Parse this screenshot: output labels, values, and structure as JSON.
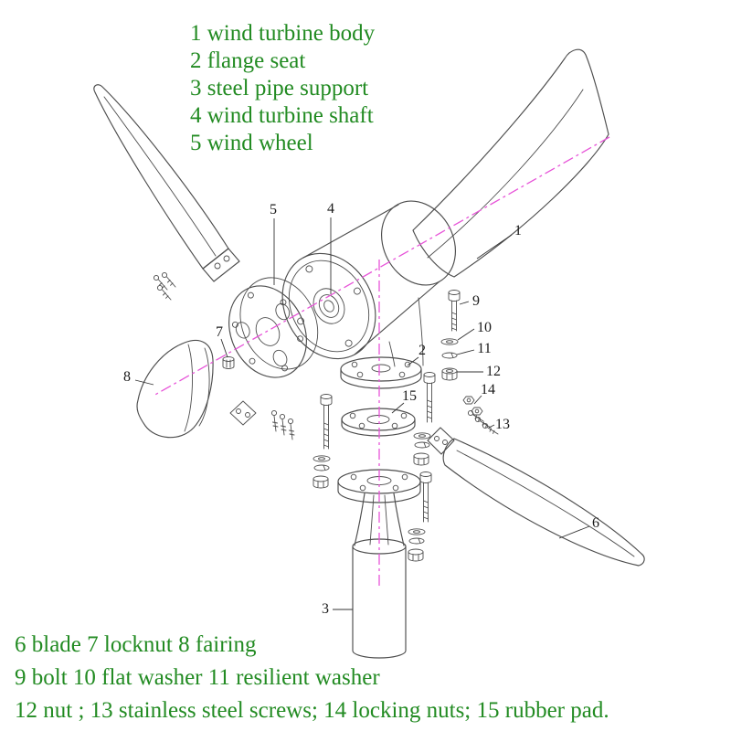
{
  "legend_top": {
    "items": [
      "1 wind turbine body",
      "2 flange seat",
      "3 steel pipe support",
      "4 wind turbine shaft",
      "5 wind wheel"
    ]
  },
  "legend_bottom": {
    "lines": [
      "6 blade 7 locknut 8 fairing",
      "9 bolt 10 flat washer 11 resilient washer",
      "12 nut ; 13 stainless steel screws; 14 locking nuts; 15 rubber pad."
    ]
  },
  "callouts": {
    "c1": "1",
    "c2": "2",
    "c3": "3",
    "c4": "4",
    "c5": "5",
    "c6": "6",
    "c7": "7",
    "c8": "8",
    "c9": "9",
    "c10": "10",
    "c11": "11",
    "c12": "12",
    "c13": "13",
    "c14": "14",
    "c15": "15"
  },
  "colors": {
    "legend_text": "#228B22",
    "diagram_line": "#4d4d4d",
    "centerline": "#e754d8",
    "callout_text": "#1a1a1a",
    "background": "#ffffff"
  }
}
